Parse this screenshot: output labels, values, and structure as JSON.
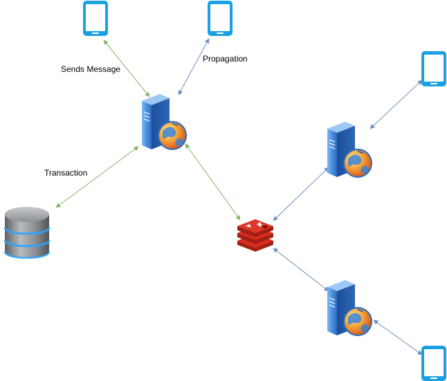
{
  "labels": {
    "sends_message": "Sends Message",
    "propagation": "Propagation",
    "transaction": "Transaction"
  },
  "nodes": {
    "phones": [
      "mobile-phone-icon",
      "mobile-phone-icon",
      "mobile-phone-icon",
      "mobile-phone-icon"
    ],
    "servers": [
      "web-server-icon",
      "web-server-icon",
      "web-server-icon"
    ],
    "database": "database-icon",
    "cache": "redis-icon"
  },
  "colors": {
    "phone": "#1ba1e2",
    "edge_green": "#82b366",
    "edge_blue": "#6c8ebf",
    "server_blue": "#3d7fd6",
    "globe_orange": "#f08a24",
    "redis_red": "#c6302b",
    "db_gray": "#7a7d80",
    "db_glow": "#2fa3ff"
  }
}
